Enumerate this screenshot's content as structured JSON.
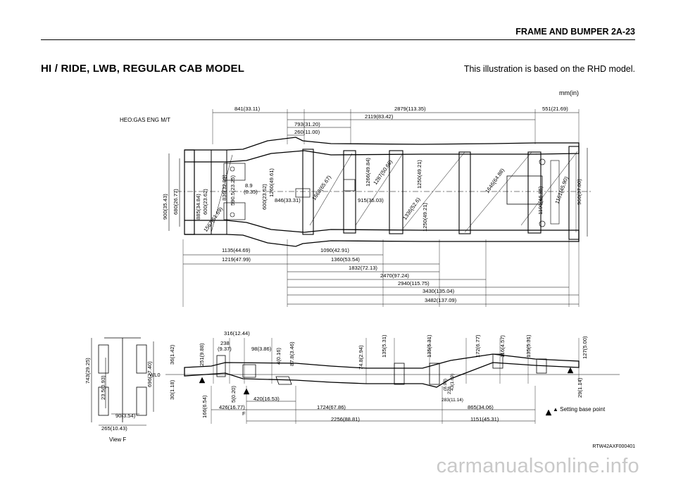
{
  "header": {
    "section": "FRAME AND BUMPER  2A-23"
  },
  "title": "HI / RIDE, LWB, REGULAR CAB MODEL",
  "note": "This illustration is based on the RHD model.",
  "unit": "mm(in)",
  "engine": "HEO:GAS ENG M/T",
  "code": "RTW42AXF000401",
  "watermark": "carmanualsonline.info",
  "top_view": {
    "dim_top": [
      "841(33.11)",
      "2879(113.35)",
      "551(21.69)",
      "2119(83.42)",
      "793(31.20)",
      "260(11.00)"
    ],
    "dim_left": [
      "900(35.43)",
      "680(26.77)"
    ],
    "dim_inner": [
      "885(34.84)",
      "600(23.62)",
      "1567(61.69)",
      "836(32.99)",
      "590.5(23.25)",
      "8.9",
      "(0.35)",
      "600(23.62)",
      "1260(49.61)",
      "846(33.31)",
      "1668(65.67)",
      "1266(49.84)",
      "915(36.03)",
      "1287(50.66)",
      "1336(52.6)",
      "1250(49.21)",
      "1250(49.21)",
      "1646(64.88)",
      "1190(46.85)",
      "1161(45.90)",
      "960(37.80)"
    ],
    "dim_bottom": [
      "1135(44.69)",
      "1090(42.91)",
      "1219(47.99)",
      "1360(53.54)",
      "1832(72.13)",
      "2470(97.24)",
      "2940(115.75)",
      "3430(135.04)",
      "3482(137.09)"
    ]
  },
  "side_view": {
    "labels": [
      "316(12.44)",
      "238",
      "(9.37)",
      "98(3.86)",
      "36(1.42)",
      "251(9.88)",
      "4(0.16)",
      "87.8(3.46)",
      "74.8(2.94)",
      "135(5.31)",
      "135(5.31)",
      "172(6.77)",
      "116(4.57)",
      "135(5.31)",
      "127(5.00)",
      "WL0",
      "30(1.18)",
      "166(6.54)",
      "5(0.20)",
      "F",
      "420(16.53)",
      "426(16.77)",
      "1724(67.86)",
      "2256(88.81)",
      "283(11.14)",
      "43(1.69)",
      "228",
      "(8.98)",
      "865(34.06)",
      "1151(45.31)",
      "29(1.14)"
    ],
    "legend": "Setting base point"
  },
  "view_f": {
    "labels": [
      "743(29.25)",
      "23.5(0.93)",
      "696(27.40)",
      "90(3.54)",
      "265(10.43)"
    ],
    "caption": "View F"
  }
}
